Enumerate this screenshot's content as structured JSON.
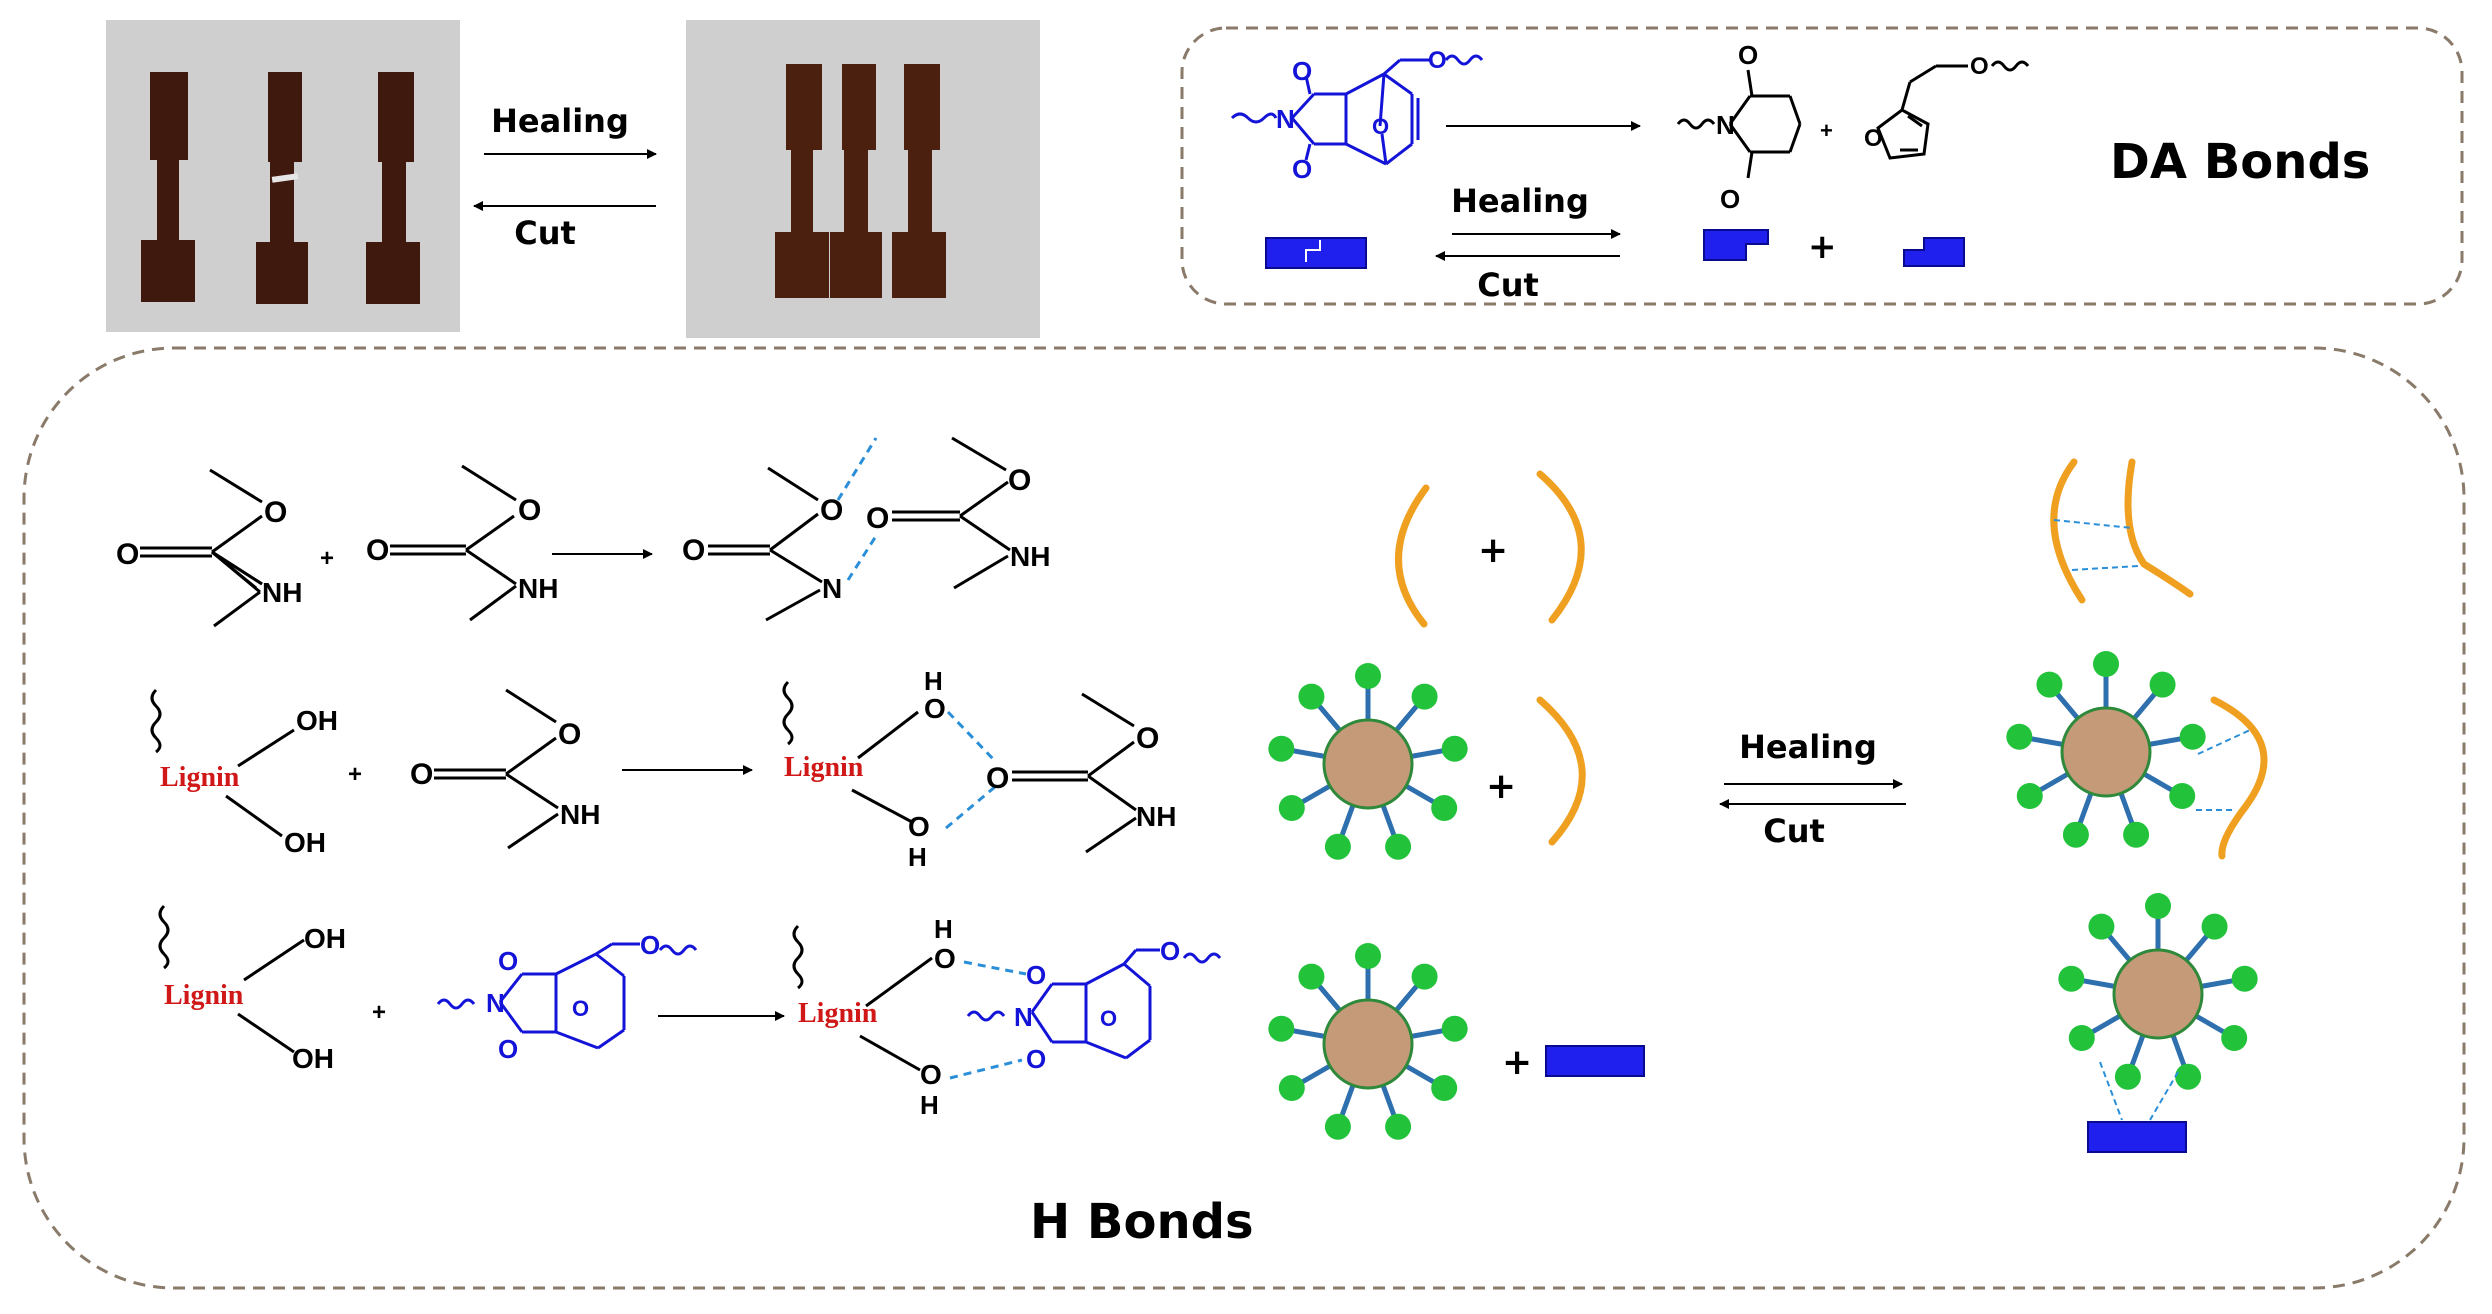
{
  "photo_scheme": {
    "forward_label": "Healing",
    "reverse_label": "Cut"
  },
  "da_panel": {
    "title": "DA  Bonds",
    "forward_label": "Healing",
    "reverse_label": "Cut",
    "plus": "+",
    "plus_small": "+"
  },
  "h_panel": {
    "title": "H  Bonds",
    "forward_label": "Healing",
    "reverse_label": "Cut",
    "plus": "+",
    "lignin": "Lignin",
    "atoms": {
      "O": "O",
      "N": "N",
      "NH": "NH",
      "OH": "OH",
      "H": "H"
    }
  },
  "colors": {
    "blue_chem": "#1414d8",
    "hbond": "#2a8fd8",
    "chain": "#f0a020",
    "core": "#c49a78",
    "bead": "#22c23a",
    "spoke": "#2e6fae",
    "block": "#2020ee",
    "lignin_red": "#d01818",
    "frame": "#8a7a6a"
  },
  "icons": [
    "tensile-specimen-photo",
    "polymer-chain",
    "lignin-nanoparticle",
    "da-block"
  ]
}
